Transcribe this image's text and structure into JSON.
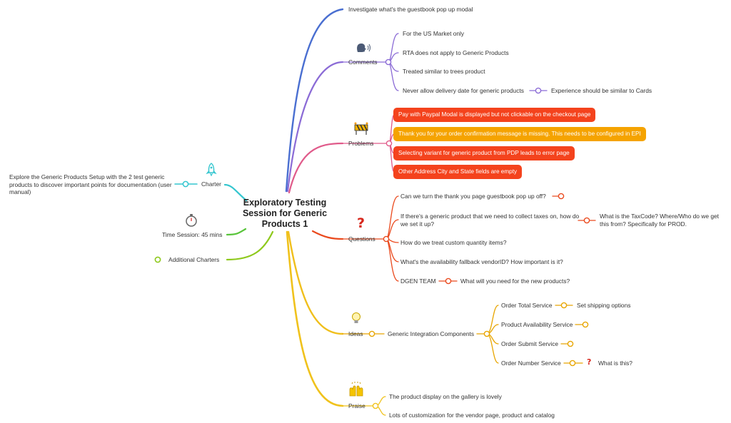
{
  "central": {
    "title": "Exploratory Testing Session for Generic Products 1"
  },
  "left": {
    "charter": {
      "label": "Charter",
      "icon": "rocket-icon",
      "note": "Explore the Generic Products Setup with the 2 test generic products to discover important points for documentation (user manual)"
    },
    "time_session": {
      "label": "Time Session: 45 mins",
      "icon": "stopwatch-icon"
    },
    "additional_charters": {
      "label": "Additional Charters"
    }
  },
  "right": {
    "investigate": {
      "label": "Investigate what's the guestbook pop up modal"
    },
    "comments": {
      "label": "Comments",
      "icon": "speaking-head-icon",
      "items": [
        "For the US Market only",
        "RTA does not apply to Generic Products",
        "Treated similar to trees product",
        "Never allow delivery date for generic products"
      ],
      "sub": "Experience should be similar to Cards"
    },
    "problems": {
      "label": "Problems",
      "icon": "construction-barrier-icon",
      "items": [
        "Pay with Paypal Modal is displayed but not clickable on the checkout page",
        "Thank you for your order confirmation message is missing. This needs to be configured in EPI",
        "Selecting variant for generic product from PDP leads to error page",
        "Other Address City and State fields are empty"
      ]
    },
    "questions": {
      "label": "Questions",
      "icon": "question-mark-icon",
      "items": [
        "Can we turn the thank you page guestbook pop up off?",
        "If there's a generic product that we need to collect taxes on, how do we set it up?",
        "How do we treat custom quantity items?",
        "What's the availability fallback vendorID? How important is it?",
        "DGEN TEAM"
      ],
      "taxcode": "What is the TaxCode? Where/Who do we get this from? Specifically for PROD.",
      "dgen_sub": "What will you need for the new products?"
    },
    "ideas": {
      "label": "Ideas",
      "icon": "light-bulb-icon",
      "component": "Generic Integration Components",
      "services": [
        "Order Total Service",
        "Product Availability Service",
        "Order Submit Service",
        "Order Number Service"
      ],
      "shipping": "Set shipping options",
      "what": "What is this?"
    },
    "praise": {
      "label": "Praise",
      "icon": "raised-hands-icon",
      "items": [
        "The product display on the gallery is lovely",
        "Lots of customization for the vendor page, product and catalog"
      ]
    }
  },
  "colors": {
    "blue": "#4a6fd1",
    "purple": "#8b6bd6",
    "pink": "#e05a8a",
    "red": "#ea4a1e",
    "yellow": "#f0bf1c",
    "gold": "#e8a500",
    "teal": "#34c6cf",
    "green": "#58c43a",
    "lime": "#8ec91c",
    "pill_red": "#f4431d",
    "pill_amber": "#f5a300"
  }
}
